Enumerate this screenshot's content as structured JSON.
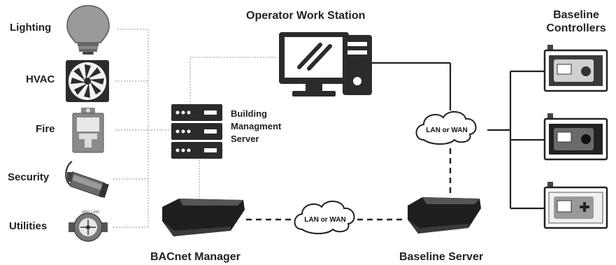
{
  "devices": {
    "lighting": "Lighting",
    "hvac": "HVAC",
    "fire": "Fire",
    "security": "Security",
    "utilities": "Utilities"
  },
  "operator_station": "Operator Work Station",
  "bms_server": [
    "Building",
    "Managment",
    "Server"
  ],
  "bacnet_manager": "BACnet Manager",
  "baseline_server": "Baseline Server",
  "baseline_controllers": [
    "Baseline",
    "Controllers"
  ],
  "cloud_left": "LAN or WAN",
  "cloud_right": "LAN or WAN"
}
